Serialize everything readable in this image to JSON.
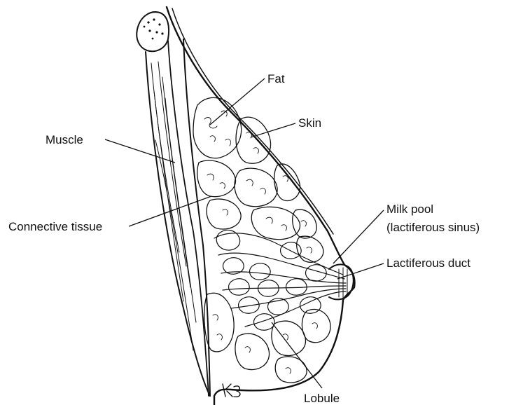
{
  "diagram": {
    "labels": {
      "fat": "Fat",
      "skin": "Skin",
      "muscle": "Muscle",
      "connective_tissue": "Connective tissue",
      "milk_pool_1": "Milk pool",
      "milk_pool_2": "(lactiferous sinus)",
      "lactiferous_duct": "Lactiferous duct",
      "lobule": "Lobule"
    },
    "signature": "KB"
  }
}
